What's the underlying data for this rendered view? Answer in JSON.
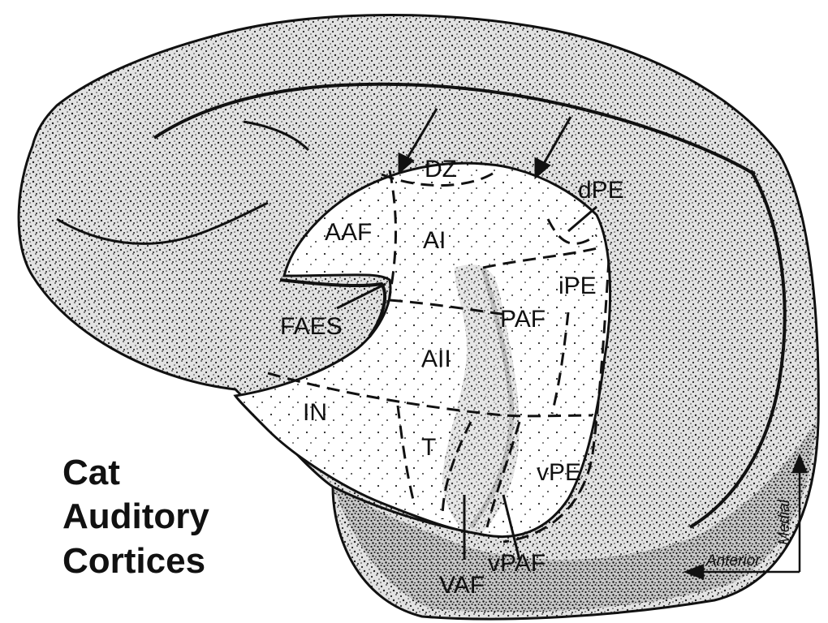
{
  "title_lines": [
    "Cat",
    "Auditory",
    "Cortices"
  ],
  "areas": {
    "dz": "DZ",
    "dpe": "dPE",
    "aaf": "AAF",
    "ai": "AI",
    "ipe": "iPE",
    "faes": "FAES",
    "paf": "PAF",
    "aii": "AII",
    "in": "IN",
    "t": "T",
    "vpe": "vPE",
    "vpaf": "vPAF",
    "vaf": "VAF"
  },
  "orientation": {
    "medial": "Medial",
    "anterior": "Anterior"
  },
  "colors": {
    "cortex_fill": "#d9d9d9",
    "auditory_region": "#ffffff",
    "ink": "#111111"
  }
}
